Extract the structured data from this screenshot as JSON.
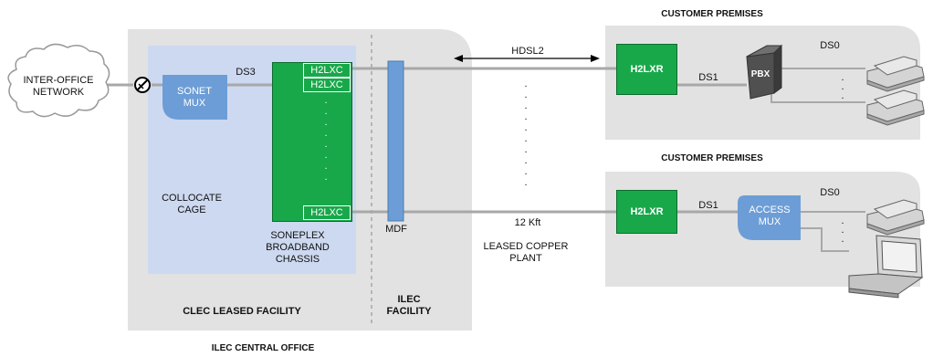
{
  "labels": {
    "inter_office_network": "INTER-OFFICE\nNETWORK",
    "sonet_mux": "SONET\nMUX",
    "ds3": "DS3",
    "h2lxc": "H2LXC",
    "collocate_cage": "COLLOCATE\nCAGE",
    "soneplex": "SONEPLEX\nBROADBAND\nCHASSIS",
    "mdf": "MDF",
    "clec_facility": "CLEC LEASED FACILITY",
    "ilec_facility": "ILEC\nFACILITY",
    "ilec_central_office": "ILEC CENTRAL OFFICE",
    "hdsl2": "HDSL2",
    "twelve_kft": "12 Kft",
    "leased_copper": "LEASED COPPER\nPLANT",
    "customer_premises": "CUSTOMER PREMISES",
    "h2lxr": "H2LXR",
    "ds1": "DS1",
    "pbx": "PBX",
    "ds0": "DS0",
    "access_mux": "ACCESS\nMUX",
    "vdots": ".",
    "vdots_long": "."
  },
  "colors": {
    "office_bg": "#e2e2e2",
    "cage_bg": "#cdd9f0",
    "blue": "#6d9dd6",
    "green": "#18a84a",
    "line": "#a8a8a8"
  }
}
